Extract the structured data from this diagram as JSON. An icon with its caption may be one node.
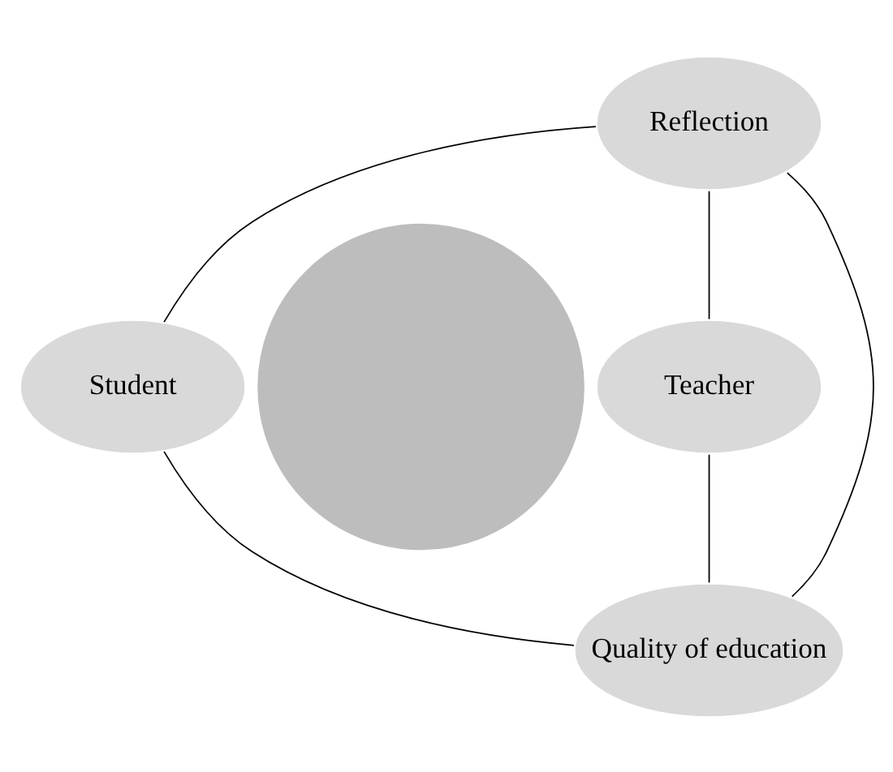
{
  "diagram": {
    "nodes": [
      {
        "text": [
          "Reflection"
        ]
      },
      {
        "text": [],
        "shape": "circle"
      },
      {
        "text": [
          "Student"
        ]
      },
      {
        "text": [
          "Teacher"
        ]
      },
      {
        "text": [
          "Quality of education"
        ]
      }
    ],
    "edges": [
      {
        "from": 0,
        "to": 2,
        "arrow": "none"
      },
      {
        "from": 0,
        "to": 3,
        "arrow": "none"
      },
      {
        "from": 0,
        "to": 4,
        "arrow": "none"
      },
      {
        "from": 2,
        "to": 4,
        "arrow": "none"
      },
      {
        "from": 3,
        "to": 4,
        "arrow": "none"
      }
    ]
  }
}
